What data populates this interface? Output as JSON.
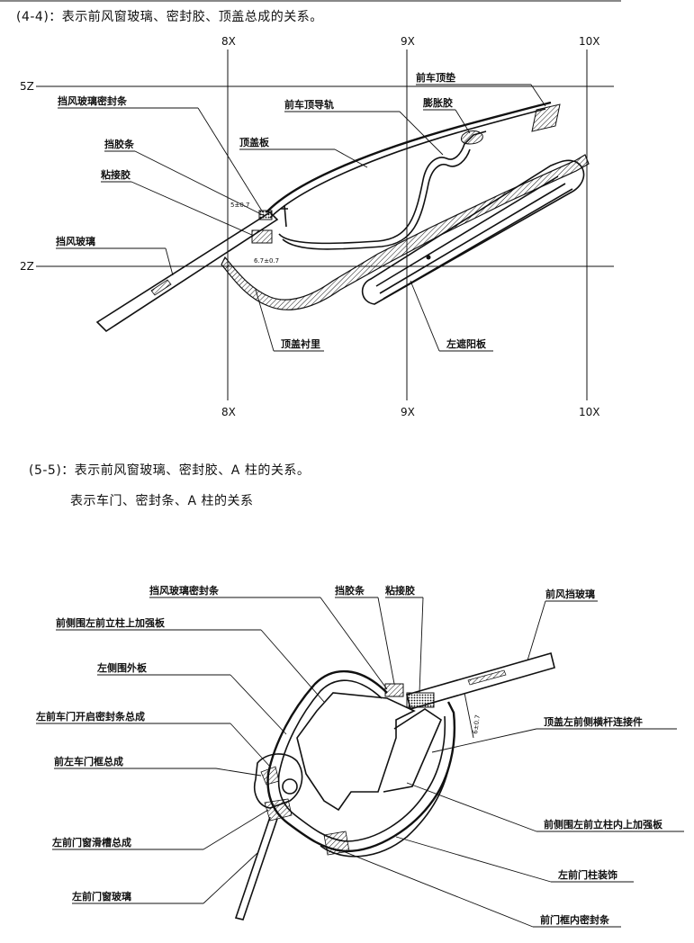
{
  "section_a": {
    "caption": "(4-4)：表示前风窗玻璃、密封胶、顶盖总成的关系。",
    "grid_labels": {
      "x_top": [
        "8X",
        "9X",
        "10X"
      ],
      "x_bottom": [
        "8X",
        "9X",
        "10X"
      ],
      "y_left": [
        "5Z",
        "2Z"
      ]
    },
    "labels": {
      "windshield_seal": "挡风玻璃密封条",
      "front_roof_rail": "前车顶导轨",
      "front_roof_pad": "前车顶垫",
      "foam_tape": "膨胀胶",
      "roof_panel": "顶盖板",
      "glue_strip": "挡胶条",
      "adhesive": "粘接胶",
      "windshield": "挡风玻璃",
      "roof_trim": "顶盖衬里",
      "left_sunvisor": "左遮阳板",
      "dim_1": "5±0.7",
      "dim_2": "6.7±0.7"
    }
  },
  "section_b": {
    "caption_1": "(5-5)：表示前风窗玻璃、密封胶、A 柱的关系。",
    "caption_2": "表示车门、密封条、A 柱的关系",
    "labels": {
      "windshield_seal": "挡风玻璃密封条",
      "glue_strip": "挡胶条",
      "adhesive": "粘接胶",
      "front_windshield": "前风挡玻璃",
      "a_pillar_outer_reinf": "前侧围左前立柱上加强板",
      "side_outer_panel": "左侧围外板",
      "door_opening_seal": "左前车门开启密封条总成",
      "front_door_frame": "前左车门框总成",
      "roof_side_rail_connector": "顶盖左前侧横杆连接件",
      "a_pillar_inner_reinf": "前侧围左前立柱内上加强板",
      "front_door_channel": "左前门窗滑槽总成",
      "a_pillar_trim": "左前门柱装饰",
      "front_door_glass": "左前门窗玻璃",
      "door_inner_seal": "前门框内密封条",
      "dim": "6±0.7"
    }
  }
}
